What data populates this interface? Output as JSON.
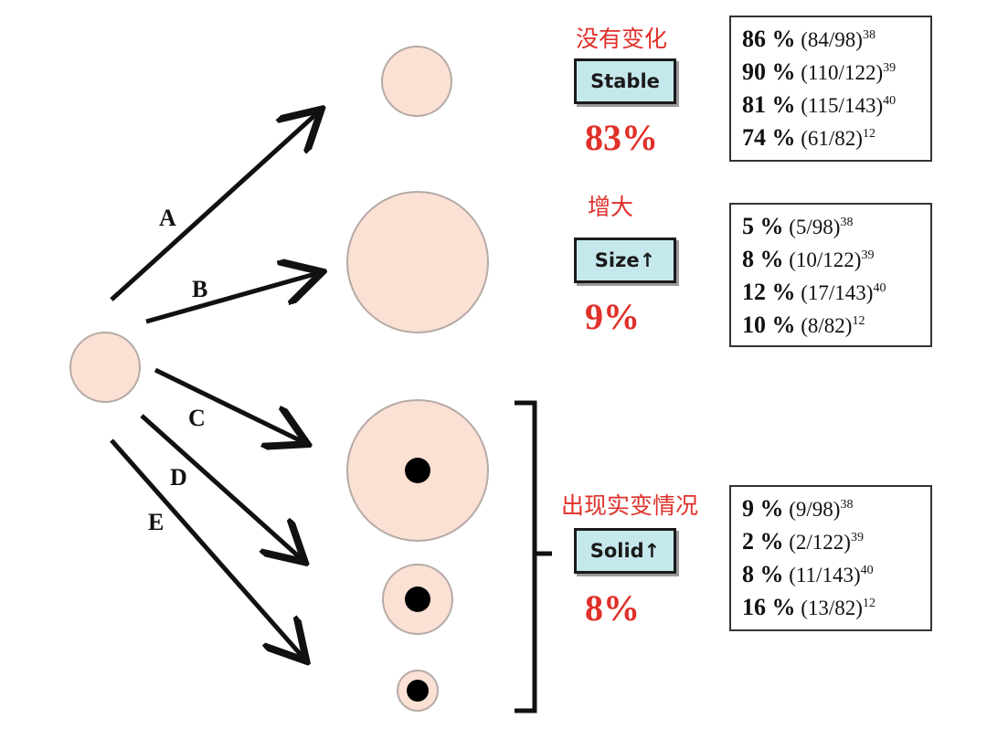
{
  "arrows": [
    {
      "letter": "A"
    },
    {
      "letter": "B"
    },
    {
      "letter": "C"
    },
    {
      "letter": "D"
    },
    {
      "letter": "E"
    }
  ],
  "groups": [
    {
      "chinese_label": "没有变化",
      "tag": "Stable",
      "percent": "83%",
      "stats": [
        {
          "value": "86 %",
          "fraction": "(84/98)",
          "ref": "38"
        },
        {
          "value": "90 %",
          "fraction": "(110/122)",
          "ref": "39"
        },
        {
          "value": "81 %",
          "fraction": "(115/143)",
          "ref": "40"
        },
        {
          "value": "74 %",
          "fraction": "(61/82)",
          "ref": "12"
        }
      ]
    },
    {
      "chinese_label": "增大",
      "tag": "Size↑",
      "percent": "9%",
      "stats": [
        {
          "value": "5 %",
          "fraction": "(5/98)",
          "ref": "38"
        },
        {
          "value": "8 %",
          "fraction": "(10/122)",
          "ref": "39"
        },
        {
          "value": "12 %",
          "fraction": "(17/143)",
          "ref": "40"
        },
        {
          "value": "10 %",
          "fraction": "(8/82)",
          "ref": "12"
        }
      ]
    },
    {
      "chinese_label": "出现实变情况",
      "tag": "Solid↑",
      "percent": "8%",
      "stats": [
        {
          "value": "9 %",
          "fraction": "(9/98)",
          "ref": "38"
        },
        {
          "value": "2 %",
          "fraction": "(2/122)",
          "ref": "39"
        },
        {
          "value": "8 %",
          "fraction": "(11/143)",
          "ref": "40"
        },
        {
          "value": "16 %",
          "fraction": "(13/82)",
          "ref": "12"
        }
      ]
    }
  ],
  "colors": {
    "nodule_fill": "#fbe0d4",
    "nodule_stroke": "#b5aaa6",
    "accent_red": "#e0302a",
    "tag_fill": "#c5e8ec"
  }
}
